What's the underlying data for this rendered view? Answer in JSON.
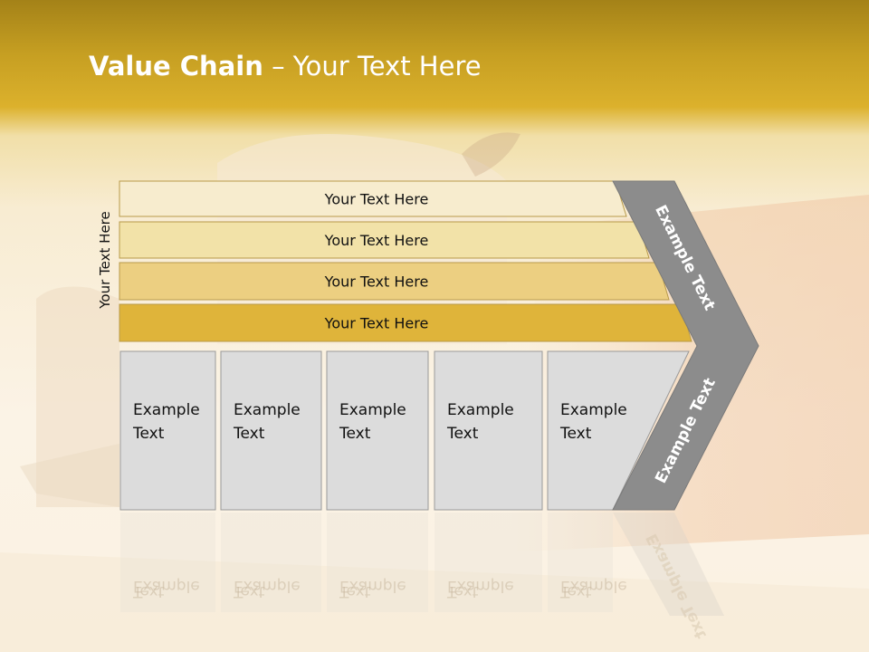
{
  "slide": {
    "title_bold": "Value Chain",
    "title_rest": " – Your Text Here",
    "side_label": "Your Text Here"
  },
  "bars": [
    {
      "label": "Your Text Here",
      "color": "#f7ecce"
    },
    {
      "label": "Your Text Here",
      "color": "#f2e2a8"
    },
    {
      "label": "Your Text Here",
      "color": "#eccf81"
    },
    {
      "label": "Your Text Here",
      "color": "#dfb43a"
    }
  ],
  "boxes": [
    {
      "line1": "Example",
      "line2": "Text"
    },
    {
      "line1": "Example",
      "line2": "Text"
    },
    {
      "line1": "Example",
      "line2": "Text"
    },
    {
      "line1": "Example",
      "line2": "Text"
    },
    {
      "line1": "Example",
      "line2": "Text"
    }
  ],
  "chevron": {
    "upper_label": "Example Text",
    "lower_label": "Example Text",
    "color": "#8c8c8c"
  },
  "colors": {
    "box_fill": "#dcdcdc",
    "box_border": "#9a9a9a",
    "header_gold": "#c69f22"
  }
}
